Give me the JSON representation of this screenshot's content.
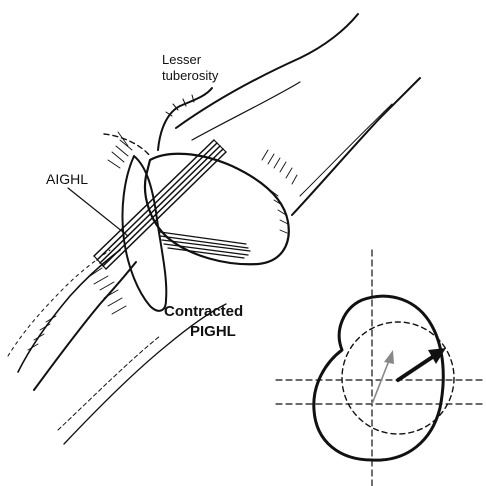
{
  "labels": {
    "lesser_tuberosity_line1": "Lesser",
    "lesser_tuberosity_line2": "tuberosity",
    "aighl": "AIGHL",
    "contracted_pighl_line1": "Contracted",
    "contracted_pighl_line2": "PIGHL"
  }
}
